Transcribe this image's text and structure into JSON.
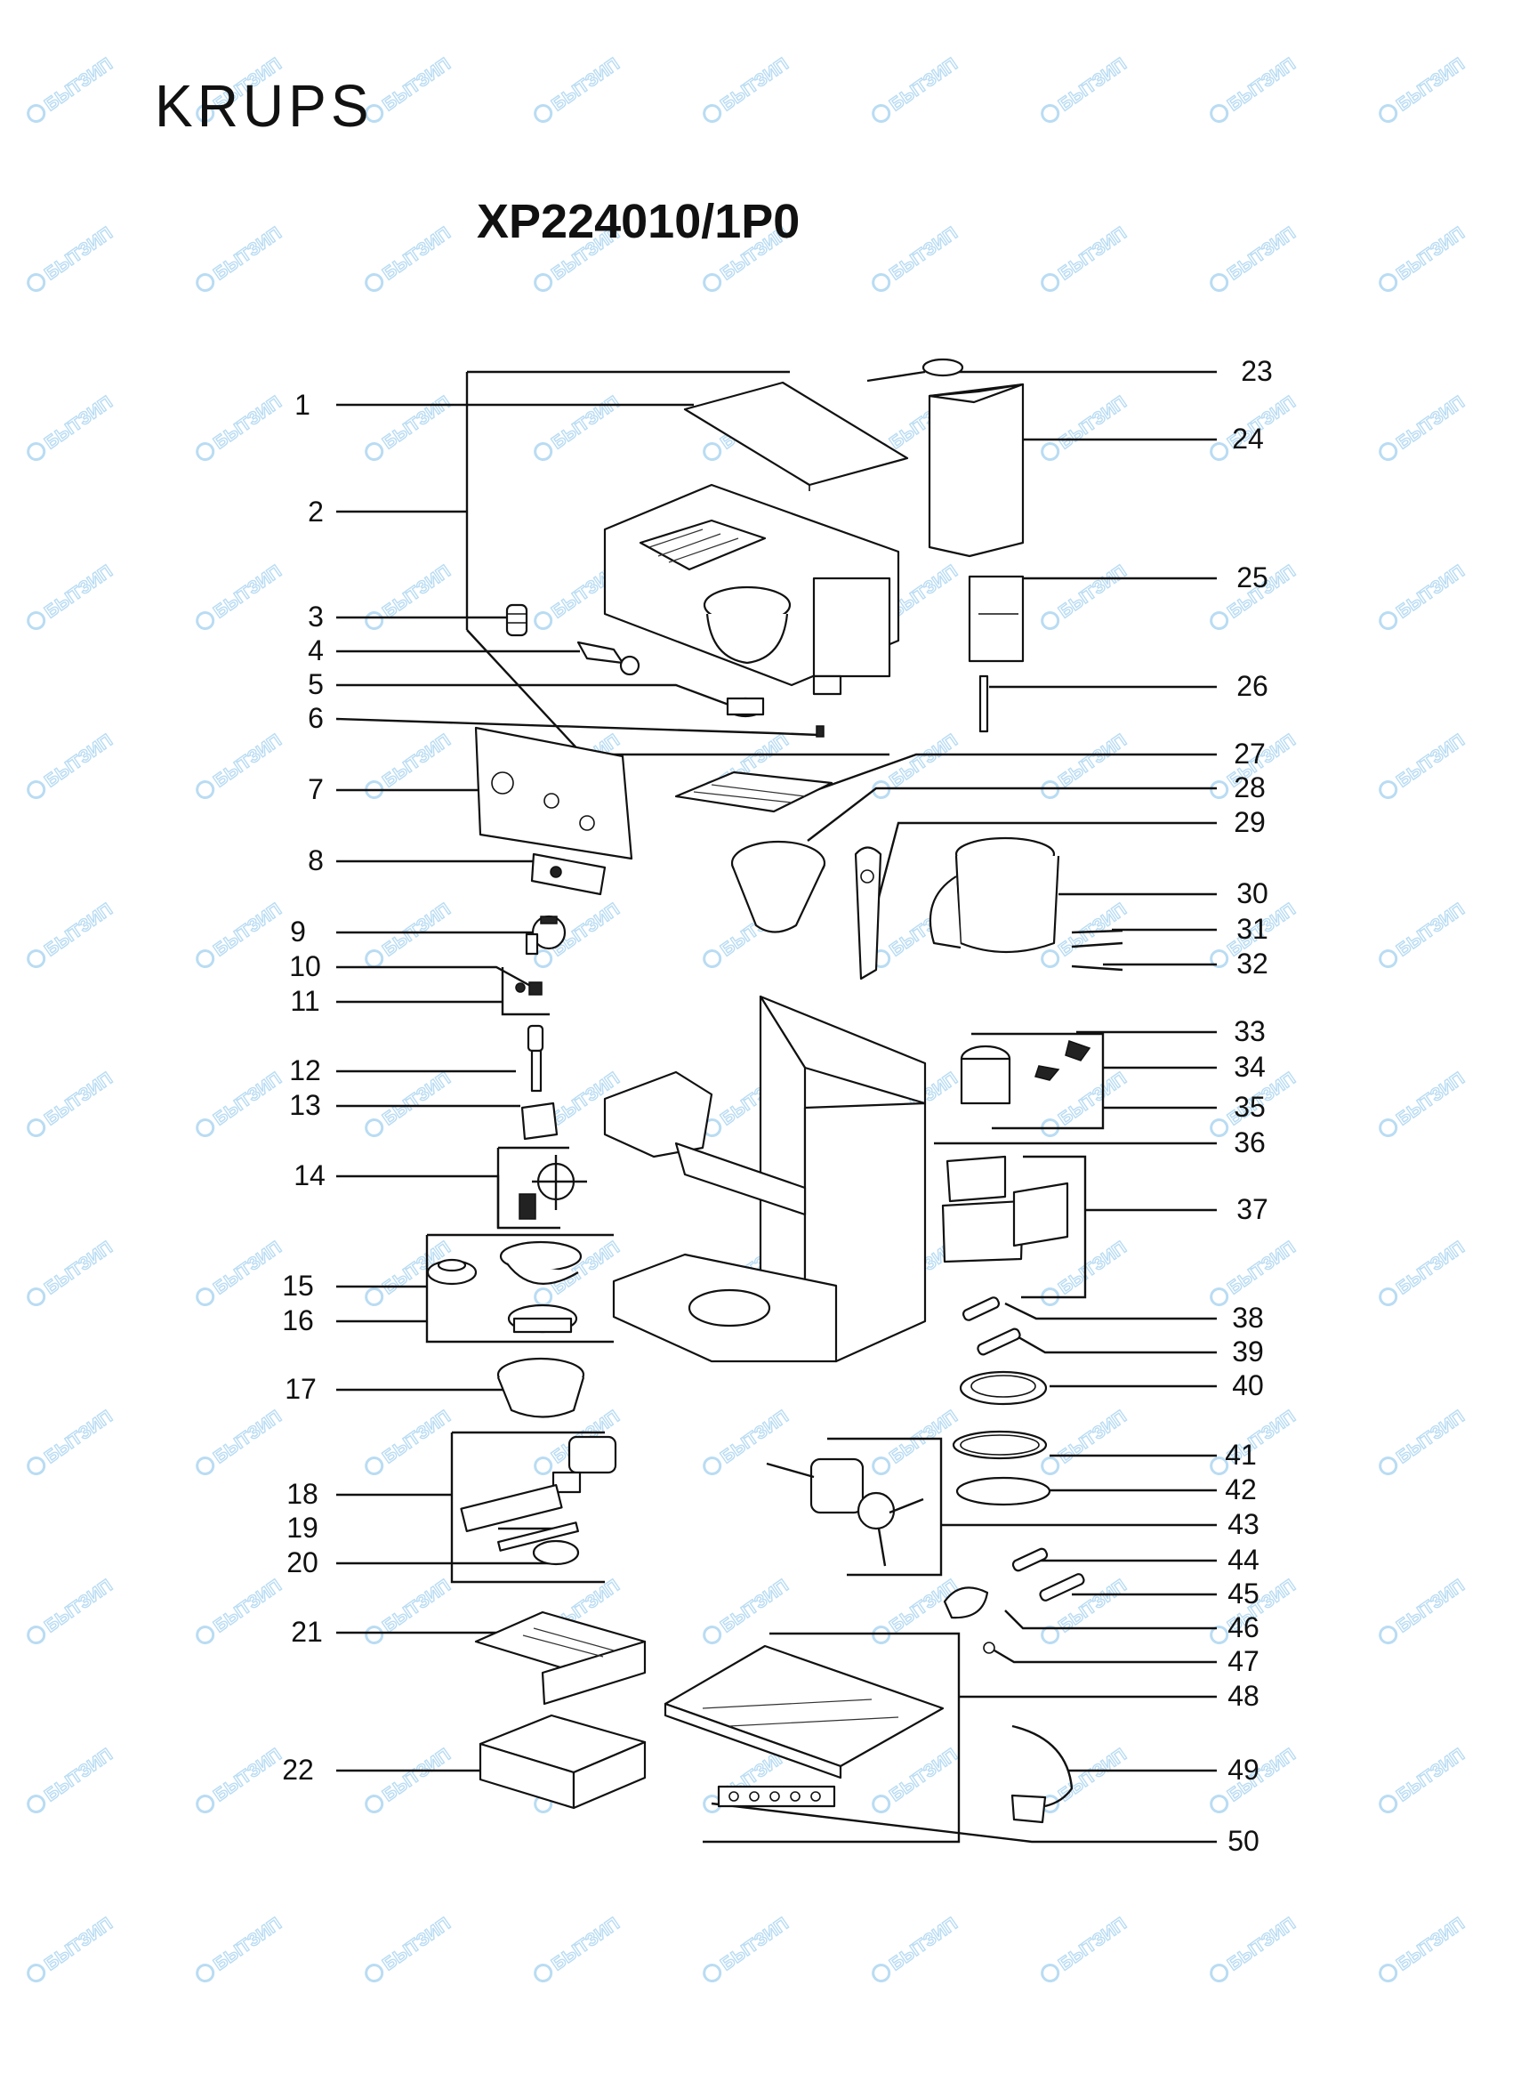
{
  "brand": "KRUPS",
  "model": "XP224010/1P0",
  "watermark": {
    "text": "БЫТЗИП",
    "color": "#b9dcf3"
  },
  "left_labels": [
    "1",
    "2",
    "3",
    "4",
    "5",
    "6",
    "7",
    "8",
    "9",
    "10",
    "11",
    "12",
    "13",
    "14",
    "15",
    "16",
    "17",
    "18",
    "19",
    "20",
    "21",
    "22"
  ],
  "right_labels": [
    "23",
    "24",
    "25",
    "26",
    "27",
    "28",
    "29",
    "30",
    "31",
    "32",
    "33",
    "34",
    "35",
    "36",
    "37",
    "38",
    "39",
    "40",
    "41",
    "42",
    "43",
    "44",
    "45",
    "46",
    "47",
    "48",
    "49",
    "50"
  ]
}
